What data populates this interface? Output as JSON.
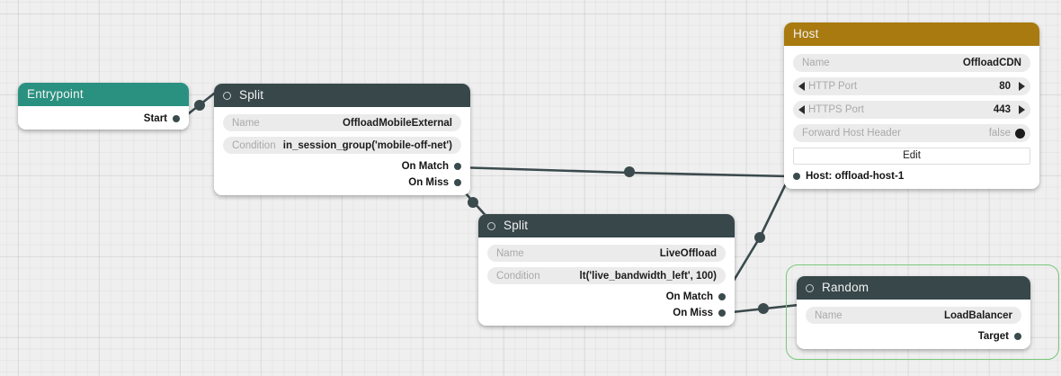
{
  "canvas": {
    "background": "#efefef",
    "grid": "on"
  },
  "nodes": {
    "entrypoint": {
      "title": "Entrypoint",
      "header_color": "#2a9180",
      "ports": [
        {
          "label": "Start"
        }
      ]
    },
    "split_mobile": {
      "title": "Split",
      "header_color": "#37474a",
      "fields": [
        {
          "label": "Name",
          "value": "OffloadMobileExternal"
        },
        {
          "label": "Condition",
          "value": "in_session_group('mobile-off-net')"
        }
      ],
      "ports": [
        {
          "label": "On Match"
        },
        {
          "label": "On Miss"
        }
      ]
    },
    "split_live": {
      "title": "Split",
      "header_color": "#37474a",
      "fields": [
        {
          "label": "Name",
          "value": "LiveOffload"
        },
        {
          "label": "Condition",
          "value": "lt('live_bandwidth_left', 100)"
        }
      ],
      "ports": [
        {
          "label": "On Match"
        },
        {
          "label": "On Miss"
        }
      ]
    },
    "host": {
      "title": "Host",
      "header_color": "#a87a10",
      "fields": [
        {
          "label": "Name",
          "value": "OffloadCDN"
        },
        {
          "label": "HTTP Port",
          "value": "80"
        },
        {
          "label": "HTTPS Port",
          "value": "443"
        },
        {
          "label": "Forward Host Header",
          "value": "false"
        }
      ],
      "edit_label": "Edit",
      "input_port": "Host: offload-host-1"
    },
    "random": {
      "title": "Random",
      "header_color": "#37474a",
      "selected": true,
      "selection_color": "#7ac77a",
      "fields": [
        {
          "label": "Name",
          "value": "LoadBalancer"
        }
      ],
      "ports": [
        {
          "label": "Target"
        }
      ]
    }
  }
}
